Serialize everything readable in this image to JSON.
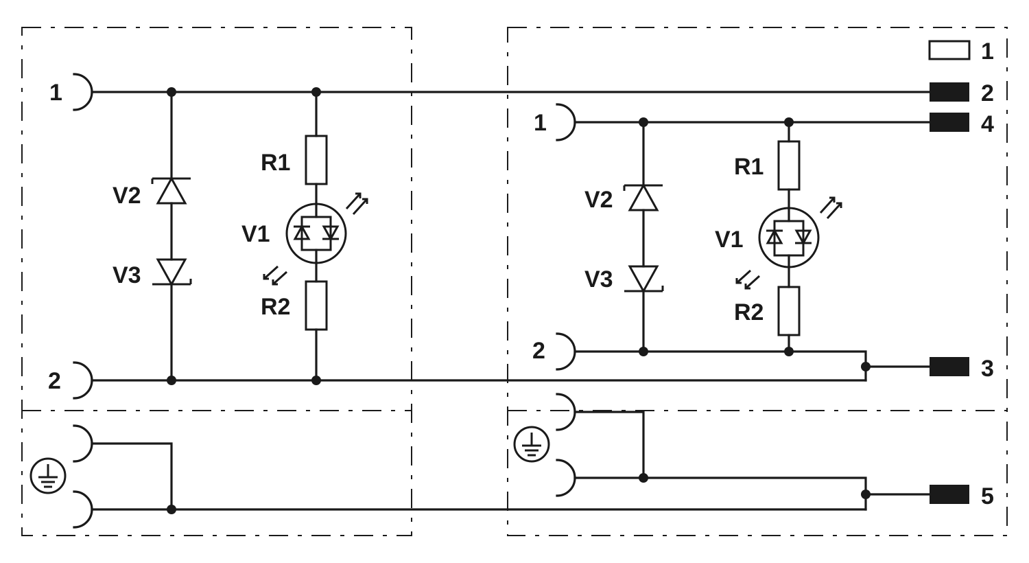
{
  "left_module": {
    "contact_1": "1",
    "contact_2": "2",
    "v2": "V2",
    "v3": "V3",
    "r1": "R1",
    "v1": "V1",
    "r2": "R2"
  },
  "right_module": {
    "contact_1": "1",
    "contact_2": "2",
    "v2": "V2",
    "v3": "V3",
    "r1": "R1",
    "v1": "V1",
    "r2": "R2"
  },
  "terminals": {
    "t1": "1",
    "t2": "2",
    "t4": "4",
    "t3": "3",
    "t5": "5"
  },
  "symbols": {
    "ground": "protective-earth-icon",
    "led": "bicolor-led-icon",
    "suppressor": "zener-diode-icon"
  }
}
